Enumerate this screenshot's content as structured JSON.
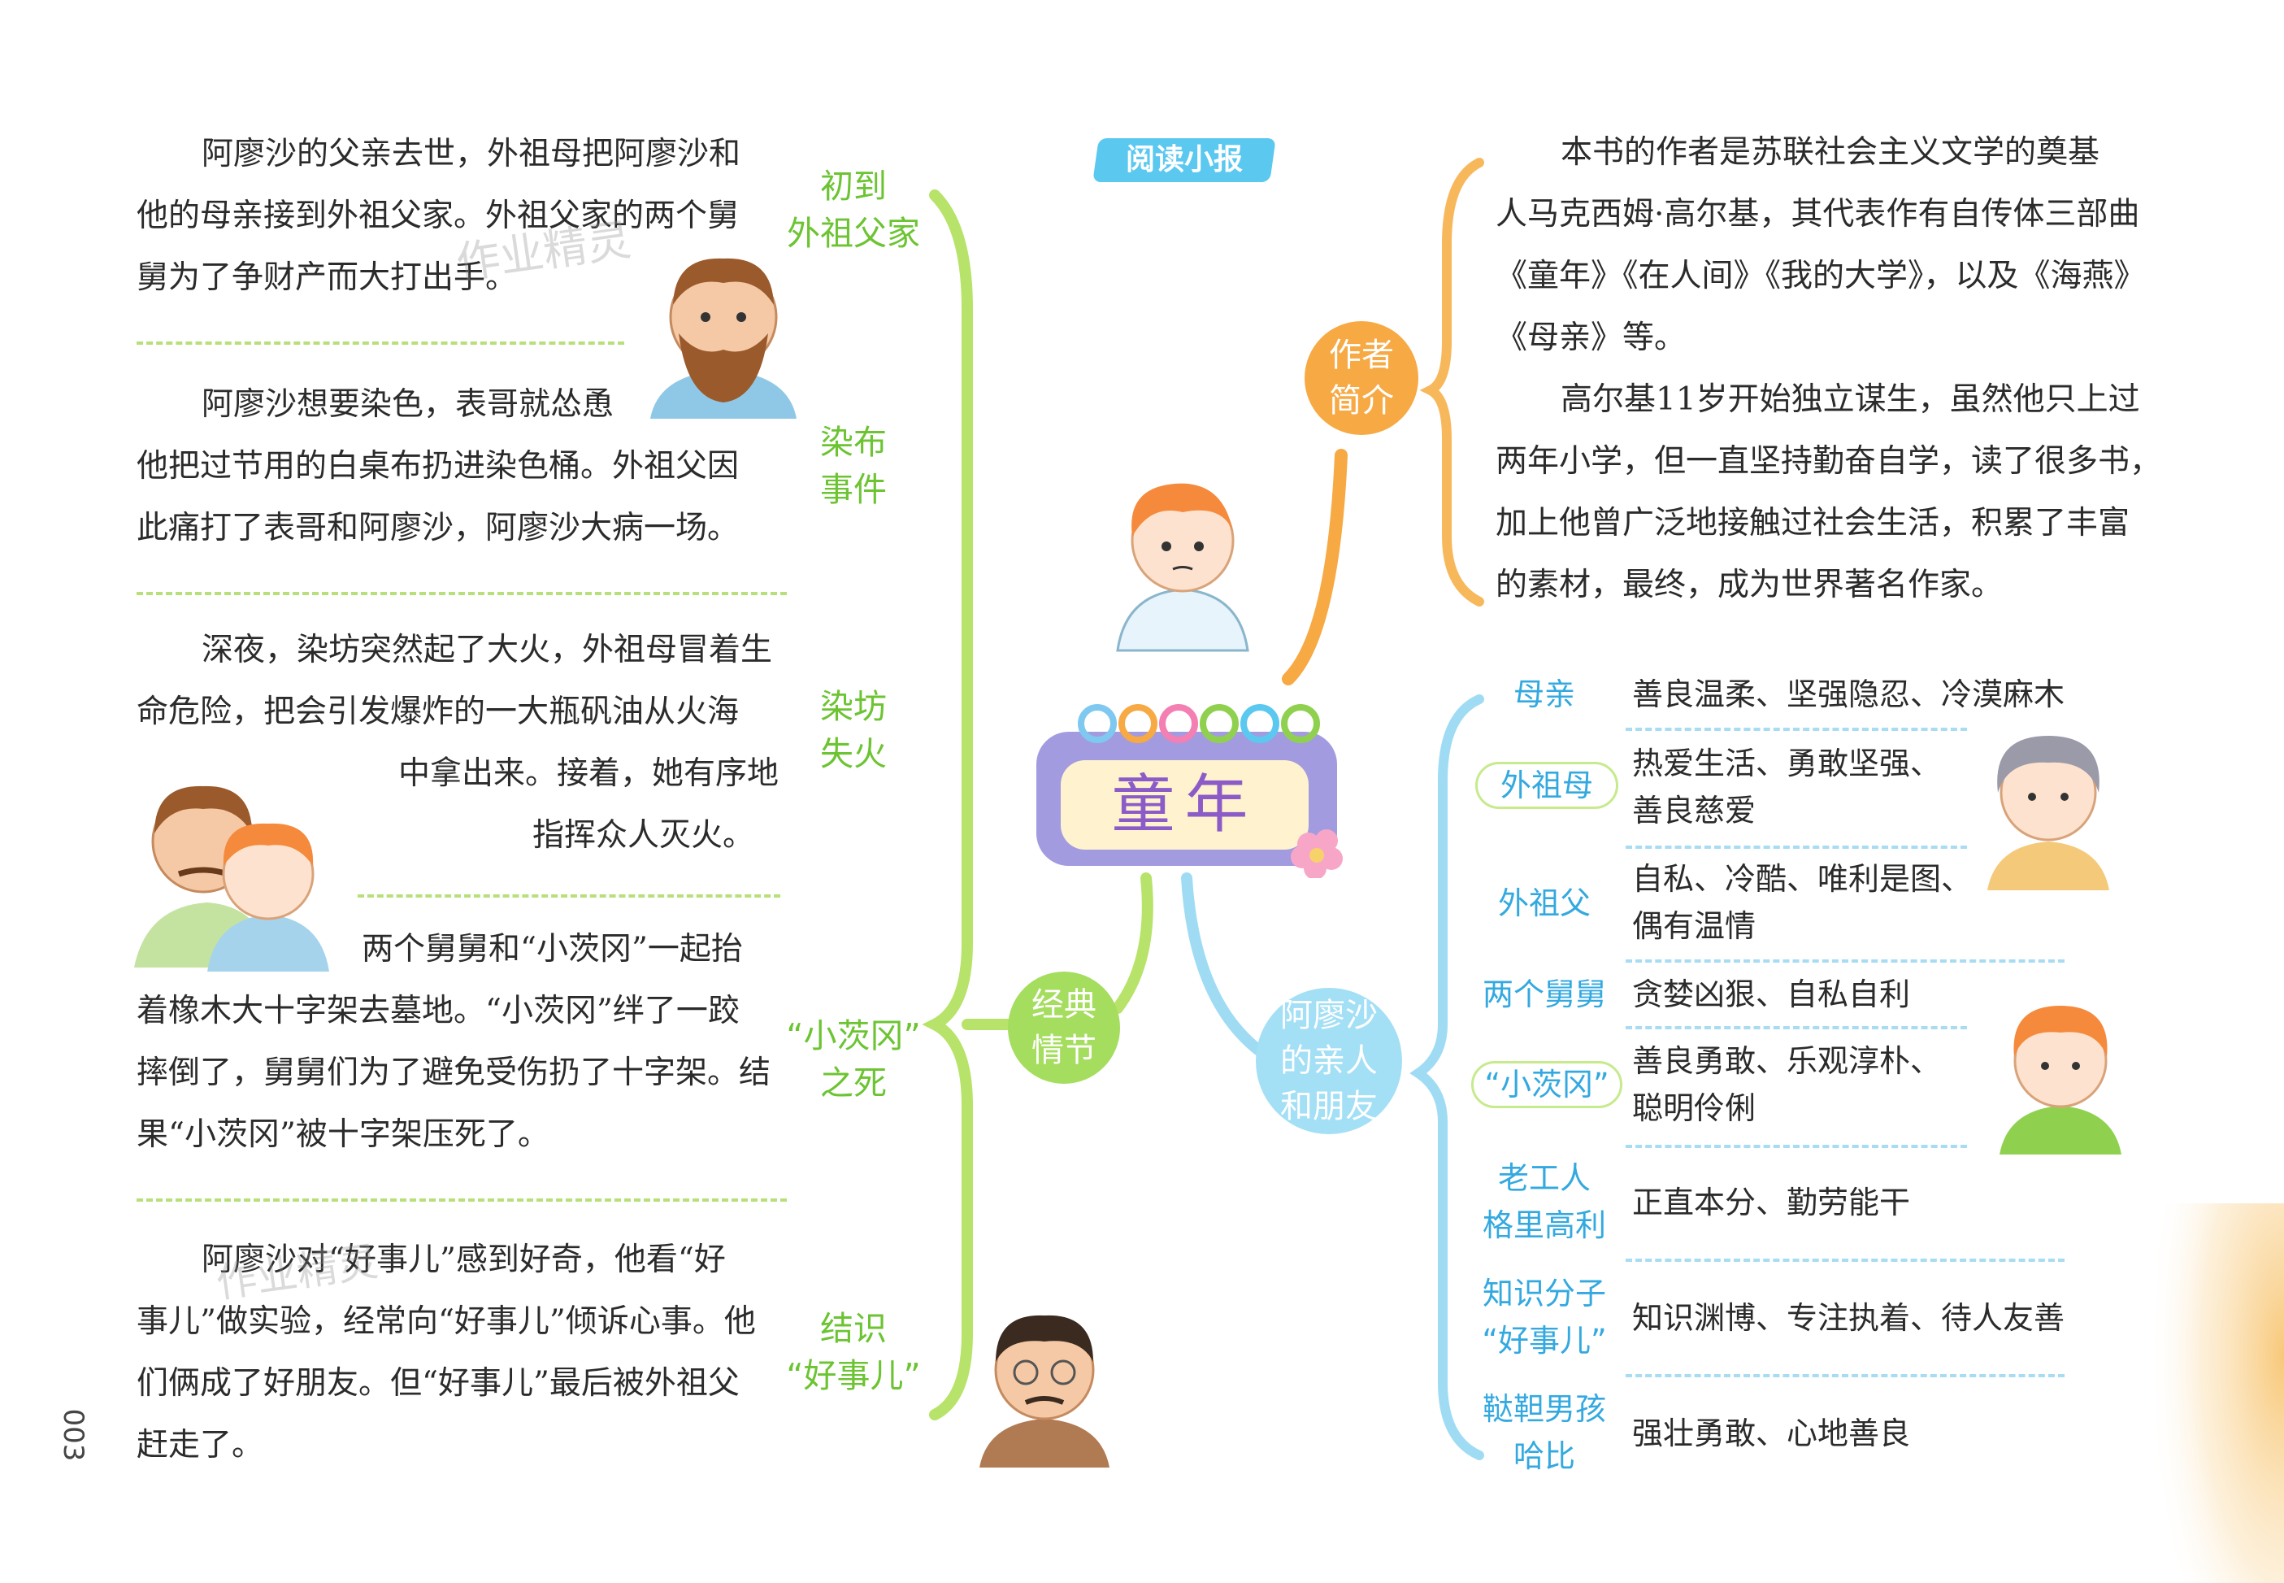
{
  "badge": {
    "label": "阅读小报"
  },
  "center": {
    "title": "童年"
  },
  "page_number": "003",
  "watermark": {
    "text": "作业精灵"
  },
  "colors": {
    "green": "#8fd14f",
    "orange": "#f7a944",
    "blue": "#8fd6f2",
    "purple": "#a39be0",
    "badge": "#5bc8f0"
  },
  "left_bubble": {
    "line1": "经典",
    "line2": "情节"
  },
  "plots": [
    {
      "label_lines": [
        "初到",
        "外祖父家"
      ],
      "lines": [
        "阿廖沙的父亲去世，外祖母把阿廖沙和",
        "他的母亲接到外祖父家。外祖父家的两个舅",
        "舅为了争财产而大打出手。"
      ]
    },
    {
      "label_lines": [
        "染布",
        "事件"
      ],
      "lines": [
        "阿廖沙想要染色，表哥就怂恿",
        "他把过节用的白桌布扔进染色桶。外祖父因",
        "此痛打了表哥和阿廖沙，阿廖沙大病一场。"
      ]
    },
    {
      "label_lines": [
        "染坊",
        "失火"
      ],
      "lines": [
        "深夜，染坊突然起了大火，外祖母冒着生",
        "命危险，把会引发爆炸的一大瓶矾油从火海",
        "中拿出来。接着，她有序地",
        "指挥众人灭火。"
      ]
    },
    {
      "label_lines": [
        "“小茨冈”",
        "之死"
      ],
      "lines": [
        "两个舅舅和“小茨冈”一起抬",
        "着橡木大十字架去墓地。“小茨冈”绊了一跤",
        "摔倒了，舅舅们为了避免受伤扔了十字架。结",
        "果“小茨冈”被十字架压死了。"
      ]
    },
    {
      "label_lines": [
        "结识",
        "“好事儿”"
      ],
      "lines": [
        "阿廖沙对“好事儿”感到好奇，他看“好",
        "事儿”做实验，经常向“好事儿”倾诉心事。他",
        "们俩成了好朋友。但“好事儿”最后被外祖父",
        "赶走了。"
      ]
    }
  ],
  "author": {
    "bubble_line1": "作者",
    "bubble_line2": "简介",
    "lines": [
      "本书的作者是苏联社会主义文学的奠基",
      "人马克西姆·高尔基，其代表作有自传体三部曲",
      "《童年》《在人间》《我的大学》，以及《海燕》",
      "《母亲》等。",
      "高尔基11岁开始独立谋生，虽然他只上过",
      "两年小学，但一直坚持勤奋自学，读了很多书，",
      "加上他曾广泛地接触过社会生活，积累了丰富",
      "的素材，最终，成为世界著名作家。"
    ]
  },
  "relatives_bubble": {
    "line1": "阿廖沙",
    "line2": "的亲人",
    "line3": "和朋友"
  },
  "relatives": [
    {
      "name_lines": [
        "母亲"
      ],
      "desc_lines": [
        "善良温柔、坚强隐忍、冷漠麻木"
      ]
    },
    {
      "name_lines": [
        "外祖母"
      ],
      "desc_lines": [
        "热爱生活、勇敢坚强、",
        "善良慈爱"
      ]
    },
    {
      "name_lines": [
        "外祖父"
      ],
      "desc_lines": [
        "自私、冷酷、唯利是图、",
        "偶有温情"
      ]
    },
    {
      "name_lines": [
        "两个舅舅"
      ],
      "desc_lines": [
        "贪婪凶狠、自私自利"
      ]
    },
    {
      "name_lines": [
        "“小茨冈”"
      ],
      "desc_lines": [
        "善良勇敢、乐观淳朴、",
        "聪明伶俐"
      ]
    },
    {
      "name_lines": [
        "老工人",
        "格里高利"
      ],
      "desc_lines": [
        "正直本分、勤劳能干"
      ]
    },
    {
      "name_lines": [
        "知识分子",
        "“好事儿”"
      ],
      "desc_lines": [
        "知识渊博、专注执着、待人友善"
      ]
    },
    {
      "name_lines": [
        "鞑靼男孩",
        "哈比"
      ],
      "desc_lines": [
        "强壮勇敢、心地善良"
      ]
    }
  ]
}
